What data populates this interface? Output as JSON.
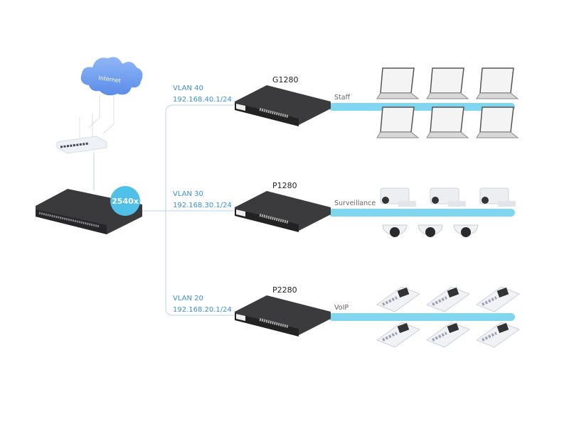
{
  "internet": {
    "label": "Internet"
  },
  "core_switch": {
    "model": "2540x"
  },
  "vlans": [
    {
      "vlan": "VLAN 40",
      "subnet": "192.168.40.1/24",
      "switch": "G1280",
      "segment": "Staff",
      "device_icon": "laptop-icon"
    },
    {
      "vlan": "VLAN 30",
      "subnet": "192.168.30.1/24",
      "switch": "P1280",
      "segment": "Surveillance",
      "device_icon": "camera-icon"
    },
    {
      "vlan": "VLAN 20",
      "subnet": "192.168.20.1/24",
      "switch": "P2280",
      "segment": "VoIP",
      "device_icon": "ip-phone-icon"
    }
  ],
  "colors": {
    "link": "#a9c8ea",
    "band": "#7fd6ee",
    "badge": "#4fc0e8",
    "label": "#3d8fd6",
    "cloud": "#6f9ff0"
  }
}
